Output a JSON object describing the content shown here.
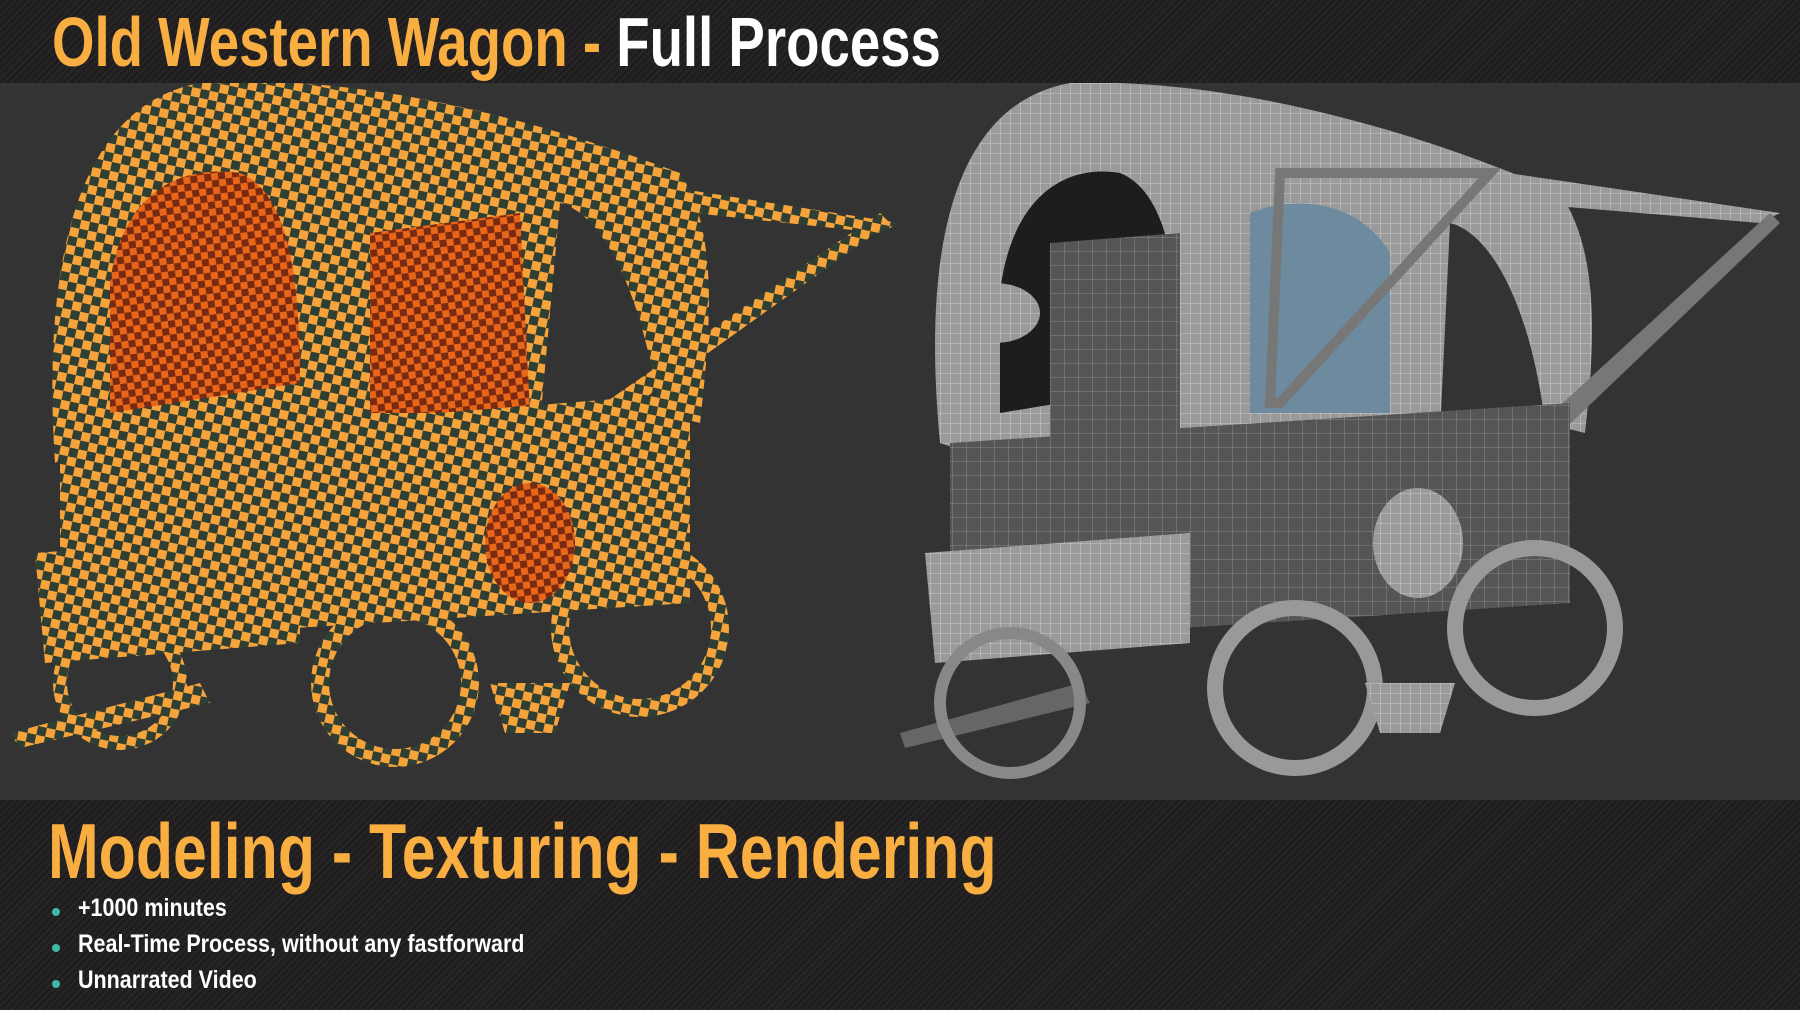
{
  "header": {
    "title_part1": "Old Western Wagon -",
    "title_part2": "Full Process"
  },
  "footer": {
    "subtitle": "Modeling - Texturing - Rendering",
    "bullets": [
      "+1000 minutes",
      "Real-Time Process, without any fastforward",
      "Unnarrated Video"
    ]
  },
  "colors": {
    "accent": "#f9ae41",
    "bullet": "#3fb8a6",
    "background": "#333333",
    "checker_a": "#f5922a",
    "checker_b": "#2f3f33"
  },
  "images": {
    "left": "uv-checker-wagon",
    "right": "wireframe-wagon"
  }
}
